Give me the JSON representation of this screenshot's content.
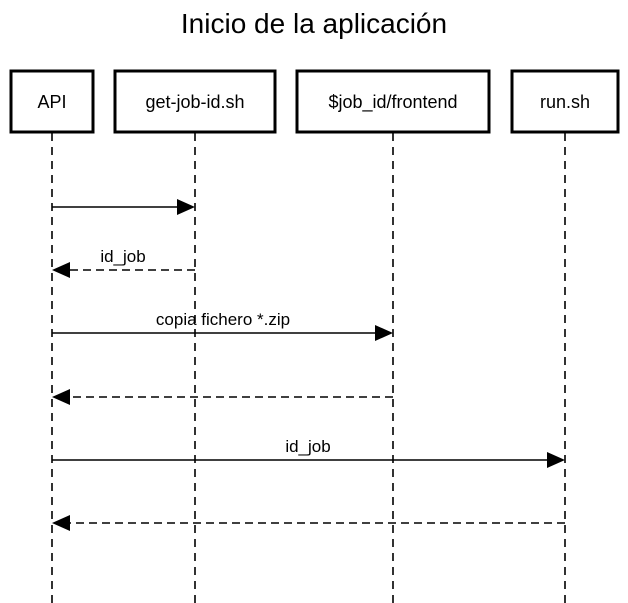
{
  "title": "Inicio de la aplicación",
  "participants": [
    {
      "id": "api",
      "label": "API"
    },
    {
      "id": "getjob",
      "label": "get-job-id.sh"
    },
    {
      "id": "frontend",
      "label": "$job_id/frontend"
    },
    {
      "id": "run",
      "label": "run.sh"
    }
  ],
  "messages": [
    {
      "from": "api",
      "to": "getjob",
      "label": "",
      "style": "solid"
    },
    {
      "from": "getjob",
      "to": "api",
      "label": "id_job",
      "style": "dashed"
    },
    {
      "from": "api",
      "to": "frontend",
      "label": "copia fichero *.zip",
      "style": "solid"
    },
    {
      "from": "frontend",
      "to": "api",
      "label": "",
      "style": "dashed"
    },
    {
      "from": "api",
      "to": "run",
      "label": "id_job",
      "style": "solid"
    },
    {
      "from": "run",
      "to": "api",
      "label": "",
      "style": "dashed"
    }
  ]
}
